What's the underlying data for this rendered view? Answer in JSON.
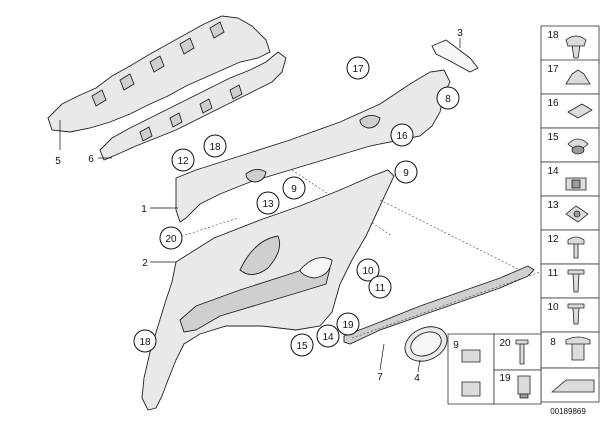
{
  "diagram": {
    "part_callouts": [
      "1",
      "2",
      "3",
      "4",
      "5",
      "6",
      "7",
      "8",
      "9",
      "10",
      "11",
      "12",
      "13",
      "14",
      "15",
      "16",
      "17",
      "18",
      "19",
      "20"
    ],
    "legend_labels": [
      "18",
      "17",
      "16",
      "15",
      "14",
      "13",
      "12",
      "11",
      "10",
      "9",
      "20",
      "8",
      "19"
    ],
    "reference_number": "00189869"
  }
}
